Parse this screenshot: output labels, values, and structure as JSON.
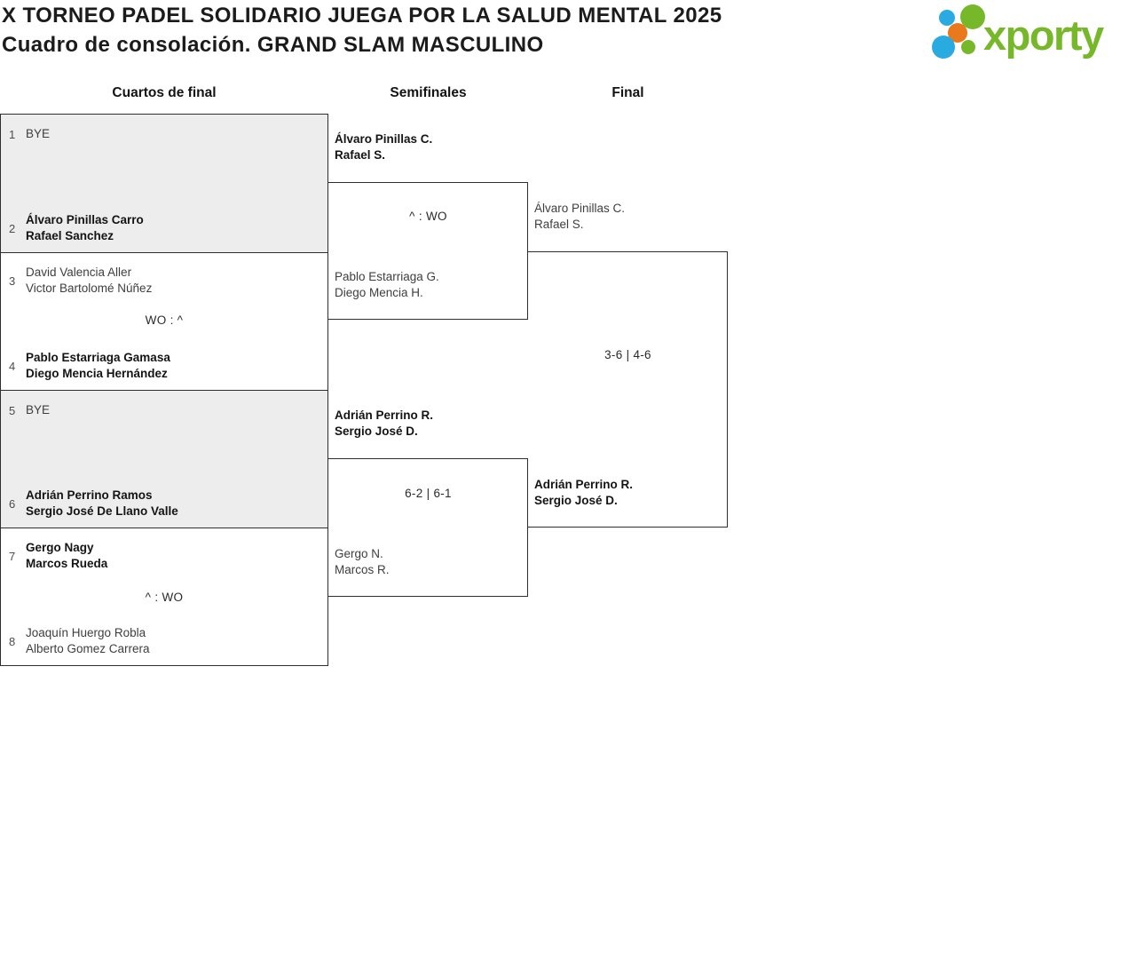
{
  "header": {
    "title_line1": "X TORNEO PADEL SOLIDARIO JUEGA POR LA SALUD MENTAL 2025",
    "title_line2": "Cuadro de consolación. GRAND SLAM MASCULINO",
    "logo_text": "xporty"
  },
  "rounds": {
    "headers": [
      "Cuartos de final",
      "Semifinales",
      "Final"
    ]
  },
  "bracket": {
    "qf": {
      "m1": {
        "seed_top": "1",
        "top1": "BYE",
        "top2": "",
        "score": "",
        "seed_bottom": "2",
        "bot1": "Álvaro Pinillas Carro",
        "bot2": "Rafael Sanchez"
      },
      "m2": {
        "seed_top": "3",
        "top1": "David Valencia Aller",
        "top2": "Victor Bartolomé Núñez",
        "score": "WO : ^",
        "seed_bottom": "4",
        "bot1": "Pablo Estarriaga Gamasa",
        "bot2": "Diego Mencia Hernández"
      },
      "m3": {
        "seed_top": "5",
        "top1": "BYE",
        "top2": "",
        "score": "",
        "seed_bottom": "6",
        "bot1": "Adrián Perrino Ramos",
        "bot2": "Sergio José De Llano Valle"
      },
      "m4": {
        "seed_top": "7",
        "top1": "Gergo Nagy",
        "top2": "Marcos Rueda",
        "score": "^ : WO",
        "seed_bottom": "8",
        "bot1": "Joaquín Huergo Robla",
        "bot2": "Alberto Gomez Carrera"
      }
    },
    "sf": {
      "m1": {
        "top1": "Álvaro Pinillas C.",
        "top2": "Rafael S.",
        "score": "^ : WO",
        "bot1": "Pablo Estarriaga G.",
        "bot2": "Diego Mencia H."
      },
      "m2": {
        "top1": "Adrián Perrino R.",
        "top2": "Sergio José D.",
        "score": "6-2 | 6-1",
        "bot1": "Gergo N.",
        "bot2": "Marcos R."
      }
    },
    "final": {
      "top1": "Álvaro Pinillas C.",
      "top2": "Rafael S.",
      "score": "3-6 | 4-6",
      "bot1": "Adrián Perrino R.",
      "bot2": "Sergio José D."
    }
  },
  "colors": {
    "brand_green": "#76B82A",
    "brand_blue": "#29ABE2",
    "brand_orange": "#E8791D",
    "block_bg": "#EDEDED",
    "line": "#2E2E2E"
  }
}
